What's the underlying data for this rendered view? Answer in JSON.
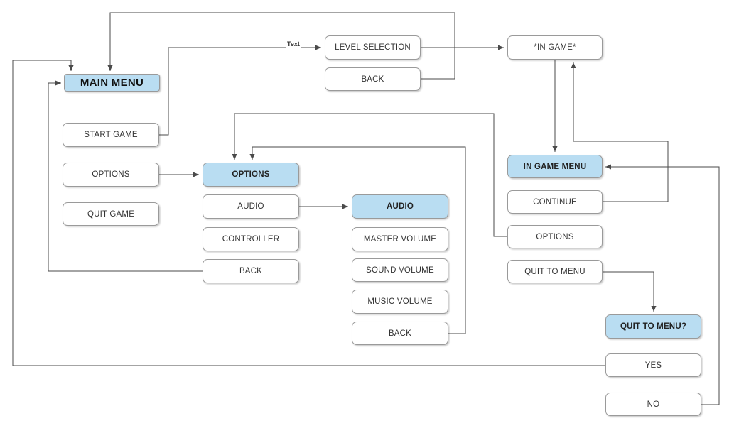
{
  "diagram": {
    "type": "flowchart",
    "subject": "game menu flow"
  },
  "colors": {
    "highlight_fill": "#b9ddf2",
    "box_fill": "#ffffff",
    "box_border": "#9a9a9a",
    "line": "#4a4a4a",
    "text": "#333333"
  },
  "nodes": {
    "main_menu": {
      "label": "MAIN MENU",
      "highlighted": true
    },
    "start_game": {
      "label": "START GAME",
      "highlighted": false
    },
    "options_main": {
      "label": "OPTIONS",
      "highlighted": false
    },
    "quit_game": {
      "label": "QUIT GAME",
      "highlighted": false
    },
    "options_menu": {
      "label": "OPTIONS",
      "highlighted": true
    },
    "audio": {
      "label": "AUDIO",
      "highlighted": false
    },
    "controller": {
      "label": "CONTROLLER",
      "highlighted": false
    },
    "options_back": {
      "label": "BACK",
      "highlighted": false
    },
    "audio_menu": {
      "label": "AUDIO",
      "highlighted": true
    },
    "master_volume": {
      "label": "MASTER VOLUME",
      "highlighted": false
    },
    "sound_volume": {
      "label": "SOUND VOLUME",
      "highlighted": false
    },
    "music_volume": {
      "label": "MUSIC VOLUME",
      "highlighted": false
    },
    "audio_back": {
      "label": "BACK",
      "highlighted": false
    },
    "level_selection": {
      "label": "LEVEL SELECTION",
      "highlighted": false
    },
    "level_back": {
      "label": "BACK",
      "highlighted": false
    },
    "in_game": {
      "label": "*IN GAME*",
      "highlighted": false
    },
    "in_game_menu": {
      "label": "IN GAME MENU",
      "highlighted": true
    },
    "continue": {
      "label": "CONTINUE",
      "highlighted": false
    },
    "options_ingame": {
      "label": "OPTIONS",
      "highlighted": false
    },
    "quit_to_menu": {
      "label": "QUIT TO MENU",
      "highlighted": false
    },
    "quit_confirm": {
      "label": "QUIT TO MENU?",
      "highlighted": true
    },
    "yes": {
      "label": "YES",
      "highlighted": false
    },
    "no": {
      "label": "NO",
      "highlighted": false
    }
  },
  "edges": [
    {
      "from": "start_game",
      "to": "level_selection",
      "label": "Text"
    },
    {
      "from": "level_selection",
      "to": "in_game",
      "label": ""
    },
    {
      "from": "level_back",
      "to": "main_menu",
      "label": ""
    },
    {
      "from": "options_main",
      "to": "options_menu",
      "label": ""
    },
    {
      "from": "audio",
      "to": "audio_menu",
      "label": ""
    },
    {
      "from": "audio_back",
      "to": "options_menu",
      "label": ""
    },
    {
      "from": "options_ingame",
      "to": "options_menu",
      "label": ""
    },
    {
      "from": "options_back",
      "to": "main_menu",
      "label": ""
    },
    {
      "from": "in_game",
      "to": "in_game_menu",
      "label": ""
    },
    {
      "from": "continue",
      "to": "in_game",
      "label": ""
    },
    {
      "from": "no",
      "to": "in_game_menu",
      "label": ""
    },
    {
      "from": "quit_to_menu",
      "to": "quit_confirm",
      "label": ""
    },
    {
      "from": "yes",
      "to": "main_menu",
      "label": ""
    }
  ]
}
